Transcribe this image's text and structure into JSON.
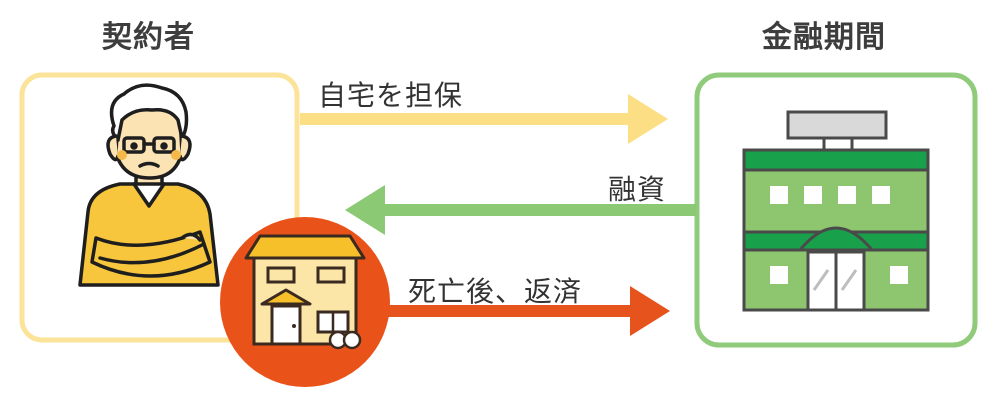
{
  "contractor": {
    "title": "契約者"
  },
  "bank": {
    "title": "金融期間"
  },
  "arrows": {
    "collateral": "自宅を担保",
    "loan": "融資",
    "repayment": "死亡後、返済"
  },
  "colors": {
    "contractor_border": "#fbe49a",
    "bank_border": "#8fcb7a",
    "arrow_collateral": "#fcdf85",
    "arrow_loan": "#8bc975",
    "arrow_repayment": "#e7531c",
    "house_circle": "#e9531a",
    "bank_green": "#19a04b",
    "bank_light_green": "#8dc66f"
  }
}
